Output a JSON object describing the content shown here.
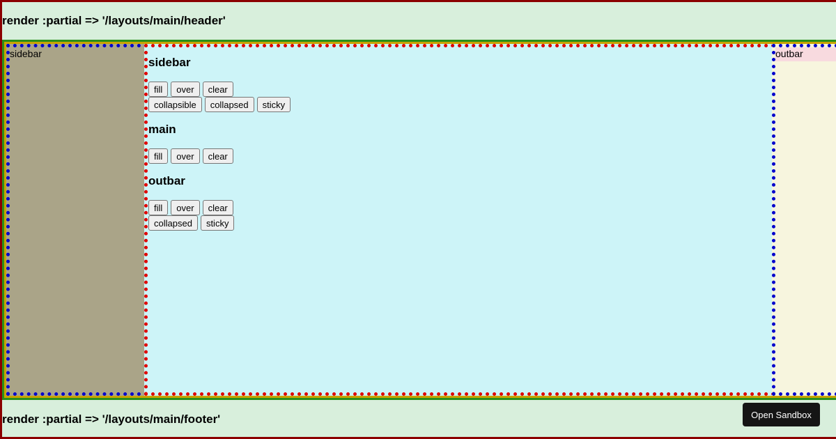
{
  "header": {
    "text": "render :partial => '/layouts/main/header'"
  },
  "footer": {
    "text": "render :partial => '/layouts/main/footer'"
  },
  "sidebar": {
    "label": "sidebar"
  },
  "outbar": {
    "label": "outbar"
  },
  "main": {
    "sections": [
      {
        "title": "sidebar",
        "rows": [
          [
            "fill",
            "over",
            "clear"
          ],
          [
            "collapsible",
            "collapsed",
            "sticky"
          ]
        ]
      },
      {
        "title": "main",
        "rows": [
          [
            "fill",
            "over",
            "clear"
          ]
        ]
      },
      {
        "title": "outbar",
        "rows": [
          [
            "fill",
            "over",
            "clear"
          ],
          [
            "collapsed",
            "sticky"
          ]
        ]
      }
    ]
  },
  "sandbox_button": {
    "label": "Open Sandbox"
  },
  "colors": {
    "outer_border": "#8b0000",
    "body_border": "#2a8f1a",
    "inner_border": "#c8a300",
    "sidebar_bg": "#aaa488",
    "main_bg": "#cdf4f8",
    "outbar_bg": "#f7f5de",
    "header_bg": "#d8efdc"
  }
}
